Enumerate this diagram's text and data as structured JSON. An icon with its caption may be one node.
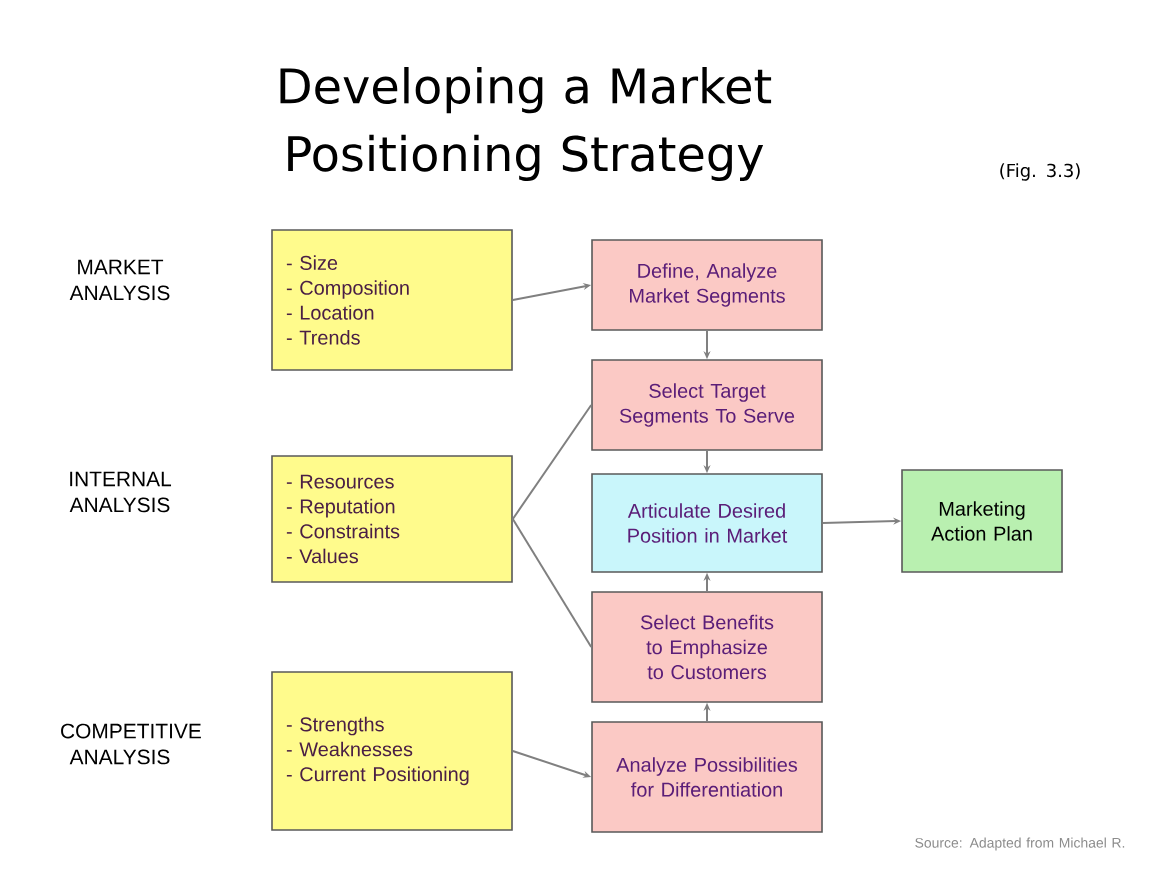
{
  "diagram": {
    "title": "Developing a Market Positioning Strategy",
    "nodes": [
      {
        "text": [
          "- Size",
          "- Composition",
          "- Location",
          "- Trends"
        ]
      },
      {
        "text": [
          "- Resources",
          "- Reputation",
          "- Constraints",
          "- Values"
        ]
      },
      {
        "text": [
          "- Strengths",
          "- Weaknesses",
          "- Current Positioning"
        ]
      },
      {
        "text": [
          "Define, Analyze Market Segments"
        ]
      },
      {
        "text": [
          "Select Target Segments To Serve"
        ]
      },
      {
        "text": [
          "Articulate Desired Position in Market"
        ]
      },
      {
        "text": [
          "Select Benefits to Emphasize to Customers"
        ]
      },
      {
        "text": [
          "Analyze Possibilities for Differentiation"
        ]
      },
      {
        "text": [
          "Marketing Action Plan"
        ]
      }
    ],
    "edges": [
      {
        "from": 0,
        "to": 3,
        "arrow": "to"
      },
      {
        "from": 3,
        "to": 4,
        "arrow": "to"
      },
      {
        "from": 1,
        "to": 4,
        "arrow": "none"
      },
      {
        "from": 1,
        "to": 6,
        "arrow": "none"
      },
      {
        "from": 4,
        "to": 5,
        "arrow": "to"
      },
      {
        "from": 6,
        "to": 5,
        "arrow": "to"
      },
      {
        "from": 7,
        "to": 6,
        "arrow": "to"
      },
      {
        "from": 2,
        "to": 7,
        "arrow": "to"
      },
      {
        "from": 5,
        "to": 8,
        "arrow": "to"
      }
    ],
    "labels": [
      "(Fig. 3.3)",
      "MARKET ANALYSIS",
      "INTERNAL ANALYSIS",
      "COMPETITIVE ANALYSIS",
      "Source: Adapted from Michael R."
    ]
  }
}
